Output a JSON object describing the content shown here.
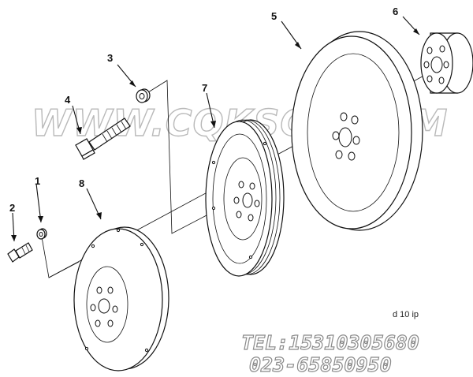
{
  "callouts": [
    {
      "id": "1",
      "label": "1"
    },
    {
      "id": "2",
      "label": "2"
    },
    {
      "id": "3",
      "label": "3"
    },
    {
      "id": "4",
      "label": "4"
    },
    {
      "id": "5",
      "label": "5"
    },
    {
      "id": "6",
      "label": "6"
    },
    {
      "id": "7",
      "label": "7"
    },
    {
      "id": "8",
      "label": "8"
    }
  ],
  "watermark": {
    "site": "WWW.CQKSGS.COM",
    "tel": "TEL:15310305680",
    "phone": "023-65850950"
  },
  "reference_code": "d 10 ip"
}
